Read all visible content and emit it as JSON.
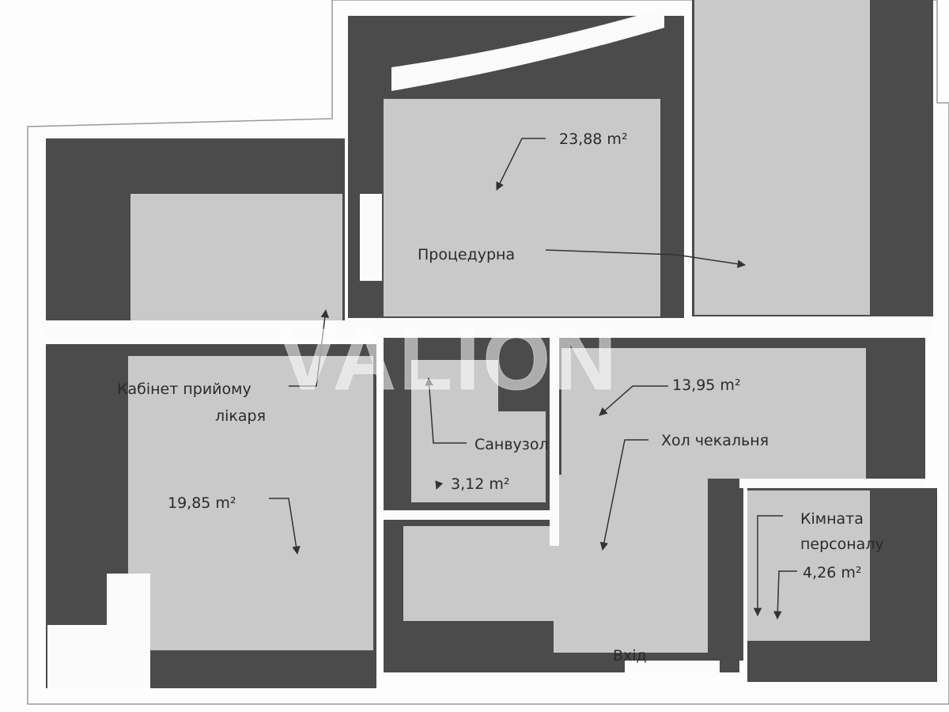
{
  "rooms": {
    "procedure": {
      "name": "Процедурна",
      "area": "23,88 m²"
    },
    "cabinet": {
      "name_line1": "Кабінет прийому",
      "name_line2": "лікаря",
      "area": "19,85 m²"
    },
    "bathroom": {
      "name": "Санвузол",
      "area": "3,12 m²"
    },
    "hall": {
      "name": "Хол чекальня",
      "area": "13,95 m²"
    },
    "staff": {
      "name_line1": "Кімната",
      "name_line2": "персоналу",
      "area": "4,26 m²"
    },
    "entrance": {
      "name": "Вхід"
    }
  },
  "watermark": "VALION",
  "colors": {
    "wall": "#4b4b4b",
    "floor": "#c9c9c9",
    "background": "#fdfdfd"
  }
}
